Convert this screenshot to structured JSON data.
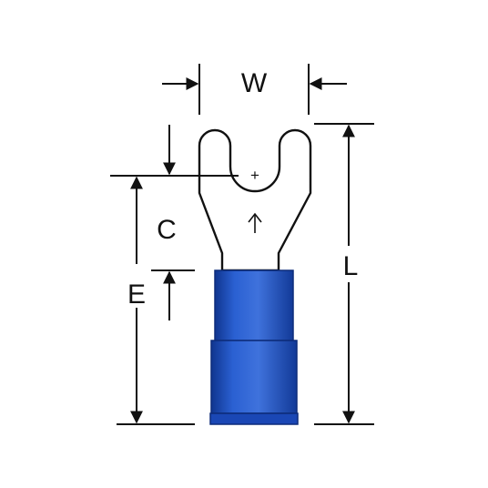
{
  "diagram": {
    "labels": {
      "w": "W",
      "c": "C",
      "e": "E",
      "l": "L",
      "center_mark": "+"
    },
    "colors": {
      "insulation": "#1f55c8",
      "insulation_dark": "#10358f",
      "insulation_light": "#4f7fe0",
      "line": "#111111",
      "background": "#ffffff"
    }
  }
}
